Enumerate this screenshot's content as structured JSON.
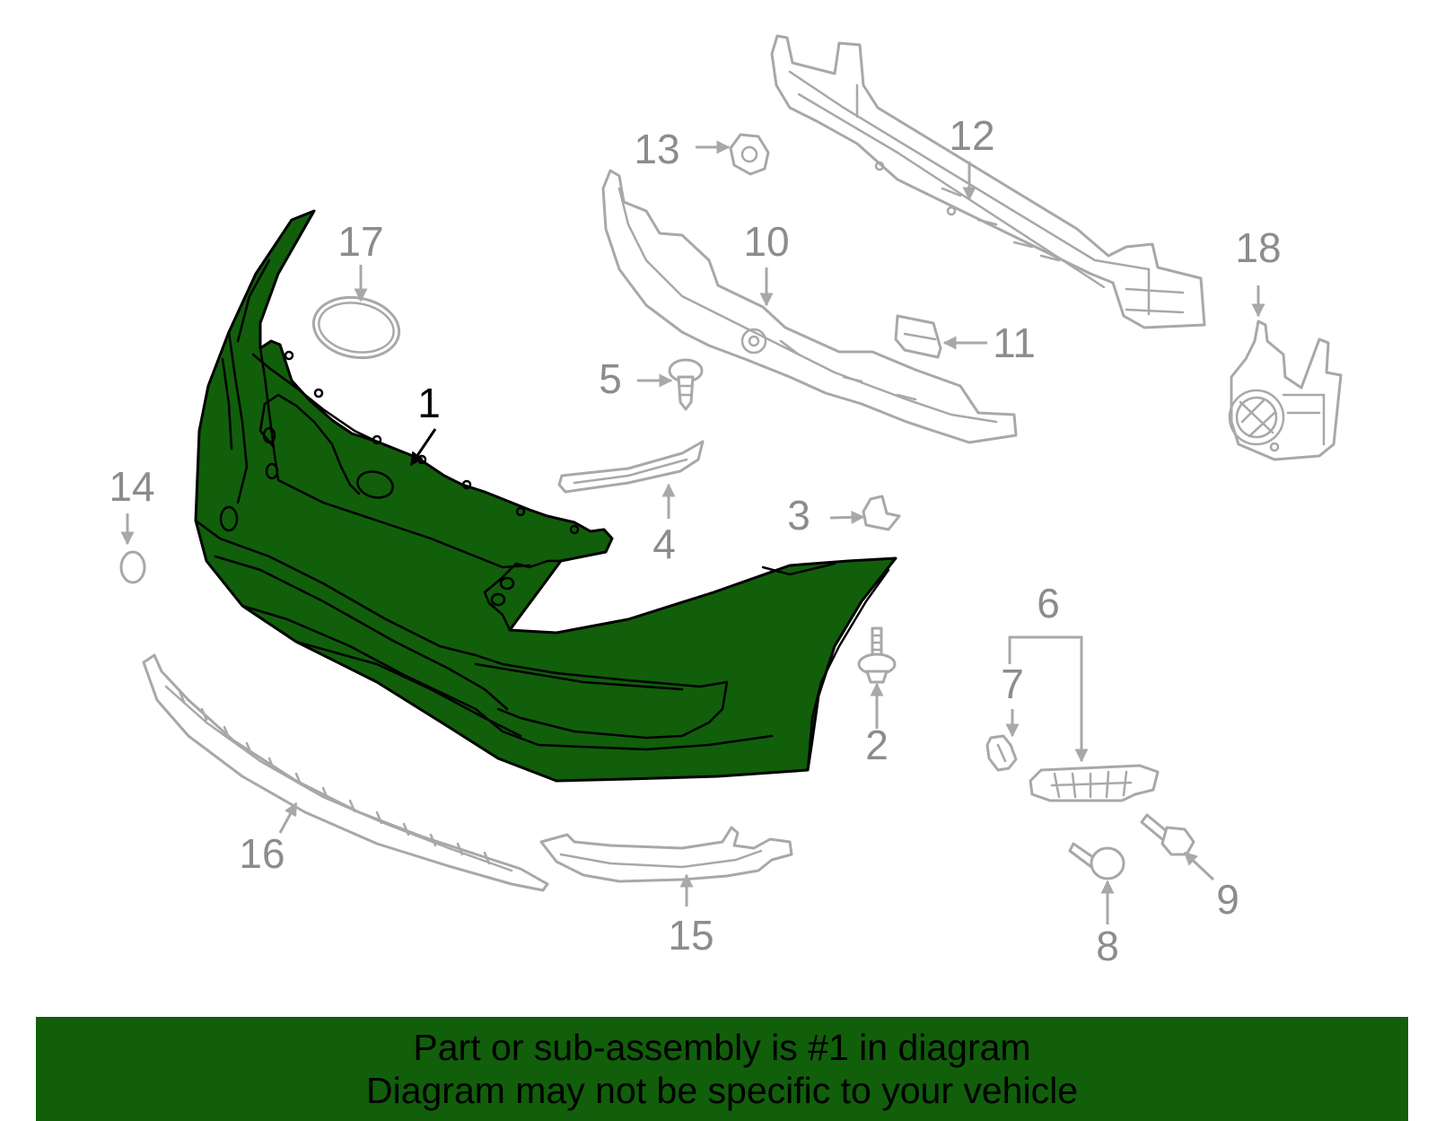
{
  "colors": {
    "highlight": "#115e0b",
    "part_outline": "#a8a8a8",
    "callout_grey": "#8c8c8c",
    "callout_selected": "#000000",
    "banner": "#115e0b"
  },
  "callouts": [
    {
      "id": "1",
      "label": "1"
    },
    {
      "id": "2",
      "label": "2"
    },
    {
      "id": "3",
      "label": "3"
    },
    {
      "id": "4",
      "label": "4"
    },
    {
      "id": "5",
      "label": "5"
    },
    {
      "id": "6",
      "label": "6"
    },
    {
      "id": "7",
      "label": "7"
    },
    {
      "id": "8",
      "label": "8"
    },
    {
      "id": "9",
      "label": "9"
    },
    {
      "id": "10",
      "label": "10"
    },
    {
      "id": "11",
      "label": "11"
    },
    {
      "id": "12",
      "label": "12"
    },
    {
      "id": "13",
      "label": "13"
    },
    {
      "id": "14",
      "label": "14"
    },
    {
      "id": "15",
      "label": "15"
    },
    {
      "id": "16",
      "label": "16"
    },
    {
      "id": "17",
      "label": "17"
    },
    {
      "id": "18",
      "label": "18"
    }
  ],
  "selected_part": "1",
  "banner": {
    "line1": "Part or sub-assembly is #1 in diagram",
    "line2": "Diagram may not be specific to your vehicle"
  }
}
